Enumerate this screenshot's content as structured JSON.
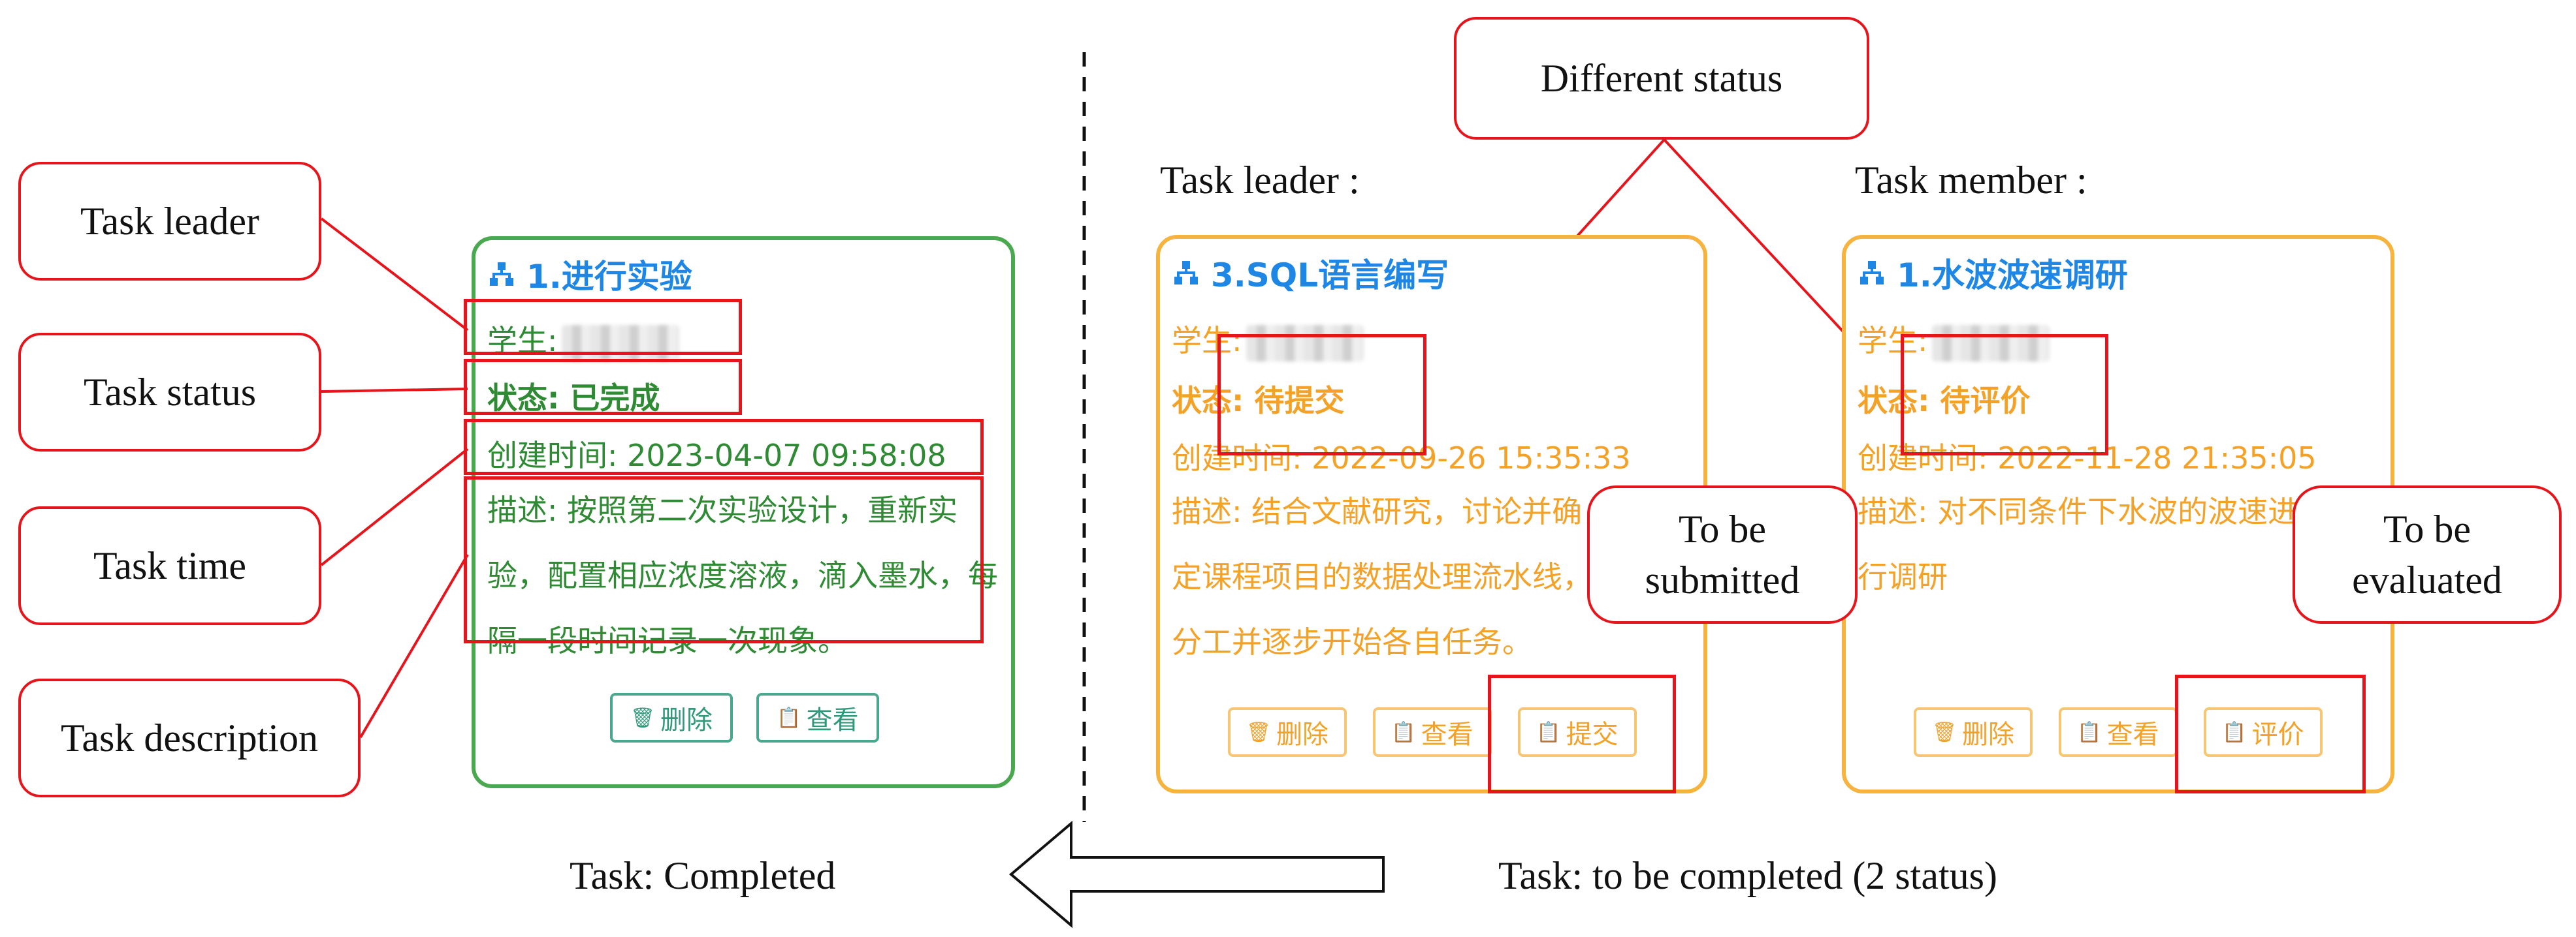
{
  "left_callouts": {
    "leader": "Task leader",
    "status": "Task status",
    "time": "Task time",
    "description": "Task description"
  },
  "completed_card": {
    "title": "1.进行实验",
    "student_label": "学生:",
    "status": "状态: 已完成",
    "created": "创建时间: 2023-04-07 09:58:08",
    "description": "描述: 按照第二次实验设计，重新实验，配置相应浓度溶液，滴入墨水，每隔一段时间记录一次现象。",
    "buttons": {
      "delete": "删除",
      "view": "查看"
    }
  },
  "leader_card": {
    "heading": "Task leader :",
    "title": "3.SQL语言编写",
    "student_label": "学生:",
    "status": "状态: 待提交",
    "created": "创建时间: 2022-09-26 15:35:33",
    "desc_lines": [
      "描述: 结合文献研究，讨论并确",
      "定课程项目的数据处理流水线，",
      "分工并逐步开始各自任务。"
    ],
    "buttons": {
      "delete": "删除",
      "view": "查看",
      "submit": "提交"
    }
  },
  "member_card": {
    "heading": "Task member :",
    "title": "1.水波波速调研",
    "student_label": "学生:",
    "status": "状态: 待评价",
    "created": "创建时间: 2022-11-28 21:35:05",
    "desc_lines": [
      "描述: 对不同条件下水波的波速进",
      "行调研"
    ],
    "buttons": {
      "delete": "删除",
      "view": "查看",
      "evaluate": "评价"
    }
  },
  "callouts": {
    "different_status": "Different status",
    "to_be_submitted": [
      "To be",
      "submitted"
    ],
    "to_be_evaluated": [
      "To be",
      "evaluated"
    ]
  },
  "captions": {
    "completed": "Task: Completed",
    "to_be_completed": "Task: to be completed (2 status)"
  },
  "colors": {
    "callout_red": "#e8141b",
    "completed_border": "#4aa84f",
    "pending_border": "#f6b33e",
    "title_blue": "#1e87e5"
  }
}
